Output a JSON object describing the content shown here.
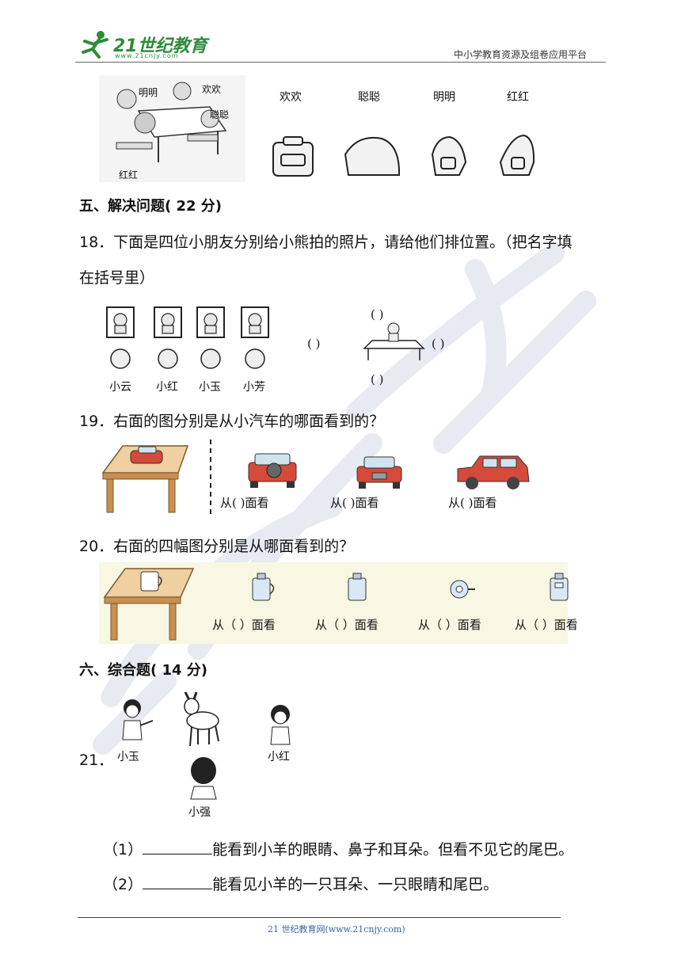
{
  "header": {
    "logo_main": "21世纪教育",
    "logo_sub": "www.21cnjy.com",
    "tagline": "中小学教育资源及组卷应用平台"
  },
  "top_figure": {
    "scene_labels": [
      "明明",
      "欢欢",
      "聪聪",
      "红红"
    ],
    "bag_labels": [
      "欢欢",
      "聪聪",
      "明明",
      "红红"
    ]
  },
  "section5": {
    "title": "五、解决问题( 22 分)",
    "q18": {
      "line1": "18．下面是四位小朋友分别给小熊拍的照片，请给他们排位置。（把名字填",
      "line2": "在括号里）",
      "names": [
        "小云",
        "小红",
        "小玉",
        "小芳"
      ],
      "paren": "(        )"
    },
    "q19": {
      "text": "19．右面的图分别是从小汽车的哪面看到的？",
      "answers": [
        "从(      )面看",
        "从(      )面看",
        "从(      )面看"
      ]
    },
    "q20": {
      "text": "20．右面的四幅图分别是从哪面看到的？",
      "answers": [
        "从（   ）面看",
        "从（   ）面看",
        "从（   ）面看",
        "从（   ）面看"
      ]
    }
  },
  "section6": {
    "title": "六、综合题( 14 分)",
    "q21": {
      "number": "21．",
      "names": [
        "小玉",
        "小红",
        "小强"
      ],
      "sub1_prefix": "（1）",
      "sub1_text": "能看到小羊的眼睛、鼻子和耳朵。但看不见它的尾巴。",
      "sub2_prefix": "（2）",
      "sub2_text": "能看见小羊的一只耳朵、一只眼睛和尾巴。"
    }
  },
  "footer": {
    "text": "21 世纪教育网(www.21cnjy.com)"
  },
  "colors": {
    "logo_green": "#2e8b3a",
    "watermark": "#dfe3ea",
    "footer_text": "#3f5fa8",
    "car_red": "#d64a3a"
  }
}
